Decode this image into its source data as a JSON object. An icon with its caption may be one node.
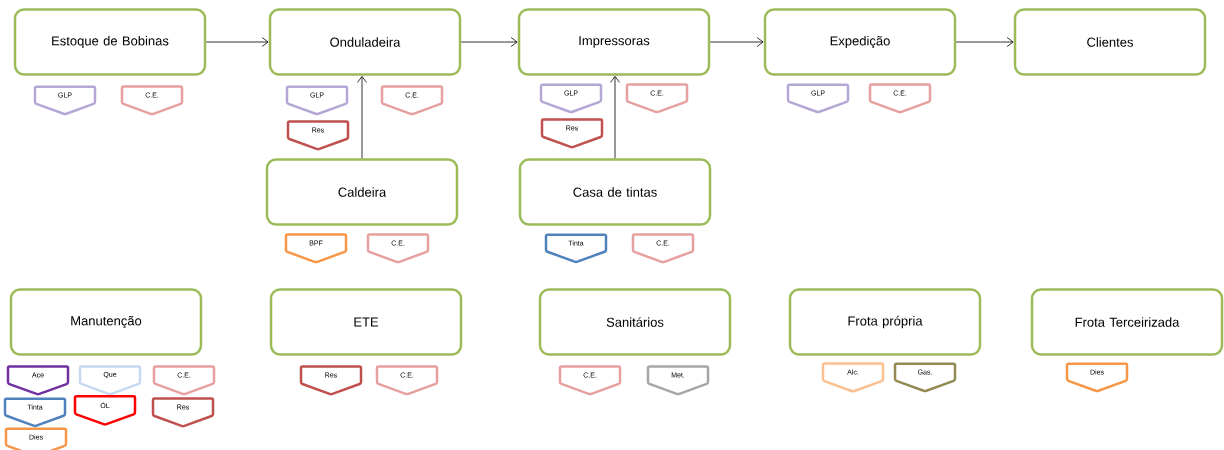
{
  "diagram": {
    "nodes": [
      {
        "text": [
          "Estoque de Bobinas"
        ]
      },
      {
        "text": [
          "GLP"
        ]
      },
      {
        "text": [
          "C.E."
        ]
      },
      {
        "text": [
          "Onduladeira"
        ]
      },
      {
        "text": [
          "GLP"
        ]
      },
      {
        "text": [
          "C.E."
        ]
      },
      {
        "text": [
          "Res"
        ]
      },
      {
        "text": [
          "Impressoras"
        ]
      },
      {
        "text": [
          "GLP"
        ]
      },
      {
        "text": [
          "C.E."
        ]
      },
      {
        "text": [
          "Res"
        ]
      },
      {
        "text": [
          "Expedição"
        ]
      },
      {
        "text": [
          "GLP"
        ]
      },
      {
        "text": [
          "C.E."
        ]
      },
      {
        "text": [
          "Clientes"
        ]
      },
      {
        "text": [
          "Caldeira"
        ]
      },
      {
        "text": [
          "BPF"
        ]
      },
      {
        "text": [
          "C.E."
        ]
      },
      {
        "text": [
          "Casa de tintas"
        ]
      },
      {
        "text": [
          "Tinta"
        ]
      },
      {
        "text": [
          "C.E."
        ]
      },
      {
        "text": [
          "Manutenção"
        ]
      },
      {
        "text": [
          "Ace"
        ]
      },
      {
        "text": [
          "Que"
        ]
      },
      {
        "text": [
          "C.E."
        ]
      },
      {
        "text": [
          "Tinta"
        ]
      },
      {
        "text": [
          "ÓL"
        ]
      },
      {
        "text": [
          "Res"
        ]
      },
      {
        "text": [
          "Dies"
        ]
      },
      {
        "text": [
          "ETE"
        ]
      },
      {
        "text": [
          "Res"
        ]
      },
      {
        "text": [
          "C.E."
        ]
      },
      {
        "text": [
          "Sanitários"
        ]
      },
      {
        "text": [
          "C.E."
        ]
      },
      {
        "text": [
          "Met."
        ]
      },
      {
        "text": [
          "Frota própria"
        ]
      },
      {
        "text": [
          "Alc."
        ]
      },
      {
        "text": [
          "Gas."
        ]
      },
      {
        "text": [
          "Frota Terceirizada"
        ]
      },
      {
        "text": [
          "Dies"
        ]
      }
    ],
    "edges": [
      {
        "from": 0,
        "to": 3,
        "arrow": "to"
      },
      {
        "from": 3,
        "to": 7,
        "arrow": "to"
      },
      {
        "from": 7,
        "to": 11,
        "arrow": "to"
      },
      {
        "from": 11,
        "to": 14,
        "arrow": "to"
      },
      {
        "from": 15,
        "to": 3,
        "arrow": "to"
      },
      {
        "from": 18,
        "to": 7,
        "arrow": "to"
      }
    ]
  }
}
